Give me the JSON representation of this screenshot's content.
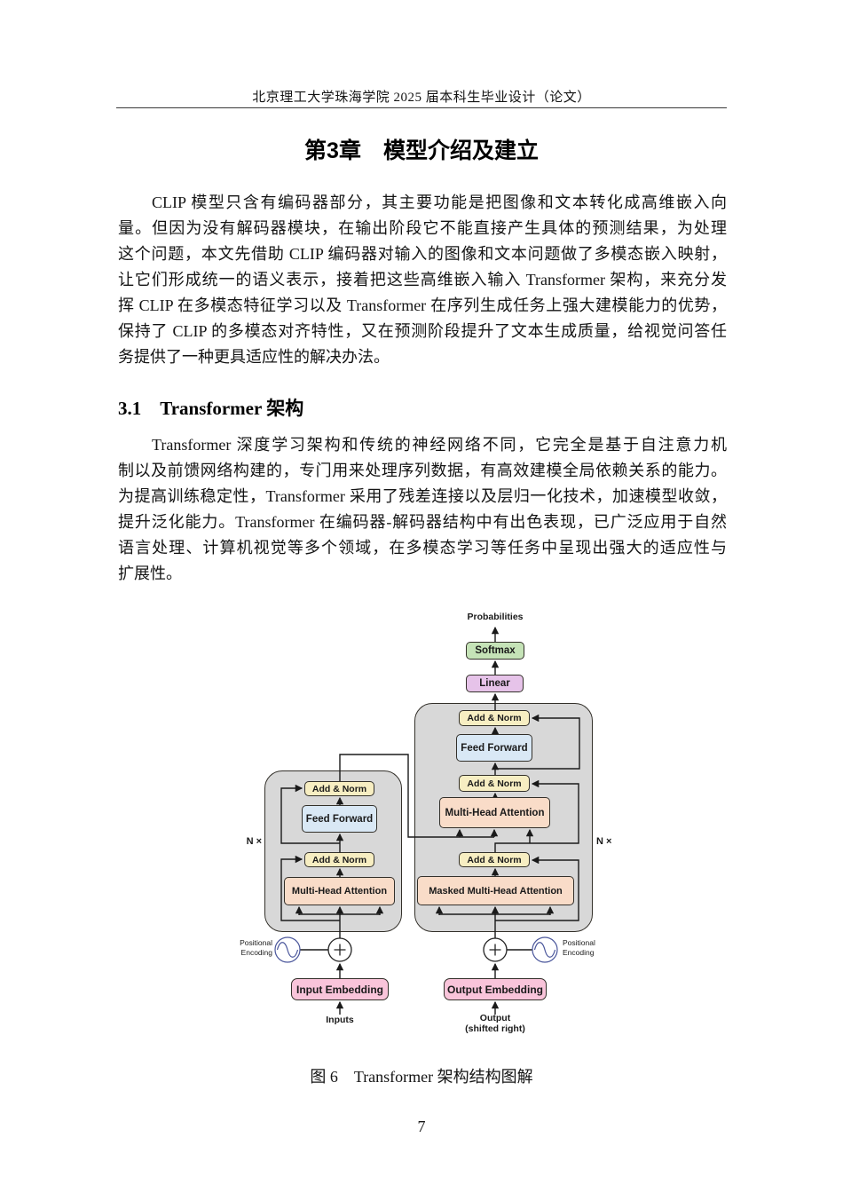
{
  "header": {
    "title": "北京理工大学珠海学院 2025 届本科生毕业设计（论文）"
  },
  "chapter": {
    "title": "第3章　模型介绍及建立"
  },
  "paragraph1": {
    "lines": [
      "CLIP 模型只含有编码器部分，其主要功能是把图像和文本转化成高维嵌入向",
      "量。但因为没有解码器模块，在输出阶段它不能直接产生具体的预测结果，为处理",
      "这个问题，本文先借助 CLIP 编码器对输入的图像和文本问题做了多模态嵌入映射，",
      "让它们形成统一的语义表示，接着把这些高维嵌入输入 Transformer 架构，来充分发",
      "挥 CLIP 在多模态特征学习以及 Transformer 在序列生成任务上强大建模能力的优势，",
      "保持了 CLIP 的多模态对齐特性，又在预测阶段提升了文本生成质量，给视觉问答任",
      "务提供了一种更具适应性的解决办法。"
    ]
  },
  "section": {
    "heading": "3.1　Transformer 架构"
  },
  "paragraph2": {
    "lines": [
      "Transformer 深度学习架构和传统的神经网络不同，它完全是基于自注意力机",
      "制以及前馈网络构建的，专门用来处理序列数据，有高效建模全局依赖关系的能力。",
      "为提高训练稳定性，Transformer 采用了残差连接以及层归一化技术，加速模型收敛，",
      "提升泛化能力。Transformer 在编码器-解码器结构中有出色表现，已广泛应用于自然",
      "语言处理、计算机视觉等多个领域，在多模态学习等任务中呈现出强大的适应性与",
      "扩展性。"
    ]
  },
  "diagram": {
    "probabilities_label": "Probabilities",
    "softmax_label": "Softmax",
    "linear_label": "Linear",
    "add_norm_label": "Add & Norm",
    "feed_forward_label": "Feed Forward",
    "multi_head_attention_label": "Multi-Head Attention",
    "masked_multi_head_attention_label": "Masked Multi-Head Attention",
    "input_embedding_label": "Input Embedding",
    "output_embedding_label": "Output Embedding",
    "inputs_label": "Inputs",
    "output_label_line1": "Output",
    "output_label_line2": "(shifted right)",
    "positional_label": "Positional",
    "encoding_label": "Encoding",
    "n_times_label": "N ×",
    "colors": {
      "block_bg": "#d8d8d8",
      "add_norm": "#f7eec2",
      "feed_forward": "#d9e8f5",
      "attention": "#f9dcc8",
      "softmax": "#c5e3b7",
      "linear": "#e6c3e9",
      "embedding": "#f9c4da"
    }
  },
  "figure_caption": "图 6　Transformer 架构结构图解",
  "page_number": "7"
}
